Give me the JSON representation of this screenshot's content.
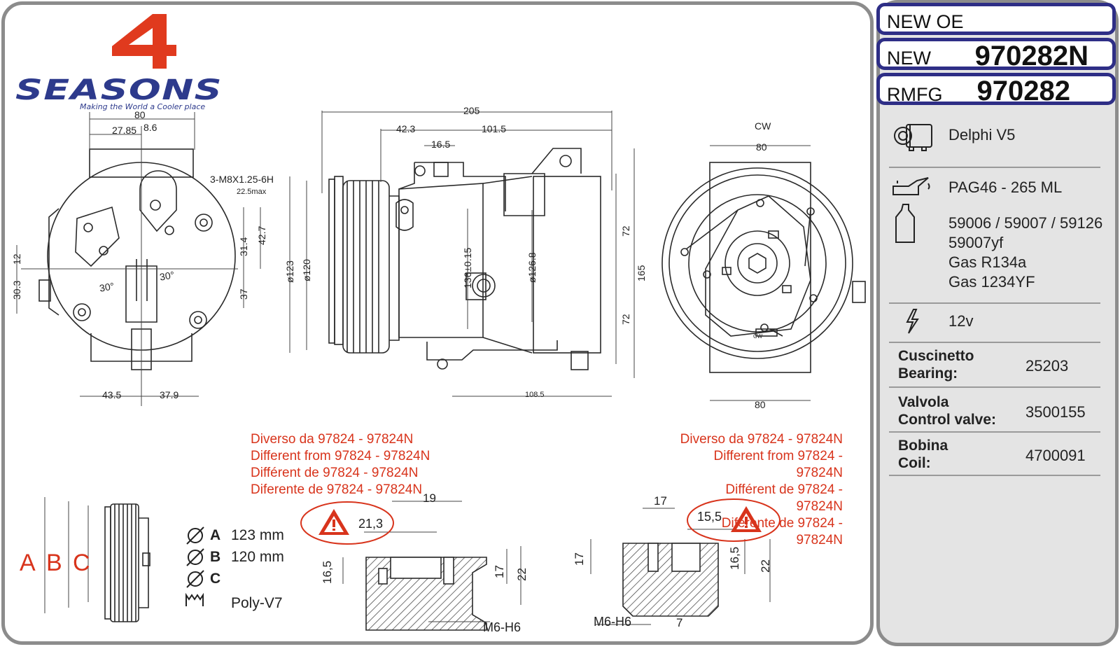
{
  "logo": {
    "brand_digit": "4",
    "brand_name": "SEASONS",
    "tagline": "Making the World a Cooler place"
  },
  "codes": {
    "new_oe_label": "NEW OE",
    "new_label": "NEW",
    "new_value": "970282N",
    "rmfg_label": "RMFG",
    "rmfg_value": "970282"
  },
  "specs": {
    "compressor_type": "Delphi V5",
    "oil": "PAG46 - 265 ML",
    "oil_refs_line1": "59006 / 59007 / 59126",
    "oil_refs_line2": "59007yf",
    "gas1": "Gas R134a",
    "gas2": "Gas 1234YF",
    "voltage": "12v",
    "bearing_label1": "Cuscinetto",
    "bearing_label2": "Bearing:",
    "bearing_value": "25203",
    "valve_label1": "Valvola",
    "valve_label2": "Control valve:",
    "valve_value": "3500155",
    "coil_label1": "Bobina",
    "coil_label2": "Coil:",
    "coil_value": "4700091"
  },
  "icons": {
    "compressor": "compressor-icon",
    "oil_can": "oil-can-icon",
    "oil_bottle": "oil-bottle-icon",
    "lightning": "lightning-icon",
    "warning": "warning-triangle-icon"
  },
  "colors": {
    "accent_red": "#d8341c",
    "code_border": "#2e2e86",
    "brand_red": "#e03a1e",
    "brand_blue": "#2d3a8c"
  },
  "drawing_dims": {
    "front": {
      "w80": "80",
      "d2785": "27.85",
      "d86": "8.6",
      "thread": "3-M8X1.25-6H",
      "thread_max": "22.5max",
      "d12": "12",
      "d303": "30.3",
      "d314": "31.4",
      "d427": "42.7",
      "d37": "37",
      "a30a": "30°",
      "a30b": "30°",
      "d435": "43.5",
      "d379": "37.9"
    },
    "side": {
      "d205": "205",
      "d423": "42.3",
      "d1015": "101.5",
      "d165": "16.5",
      "dia123": "ø123",
      "dia120": "ø120",
      "d136": "136±0.15",
      "dia1268": "ø126.8",
      "d72a": "72",
      "d165b": "165",
      "d72b": "72",
      "d1085": "108.5"
    },
    "rear": {
      "cw": "CW",
      "w80top": "80",
      "w80bot": "80",
      "cw_small": "CW"
    }
  },
  "notes_left": [
    "Diverso da 97824 - 97824N",
    "Different from 97824 - 97824N",
    "Différent de 97824 - 97824N",
    "Diferente de 97824 - 97824N"
  ],
  "notes_right": [
    "Diverso da 97824 - 97824N",
    "Different from 97824 - 97824N",
    "Différent de 97824 - 97824N",
    "Diferente de 97824 - 97824N"
  ],
  "pulley_legend": {
    "a_letter": "A",
    "a_value": "123 mm",
    "b_letter": "B",
    "b_value": "120 mm",
    "c_letter": "C",
    "c_value": "",
    "belt": "Poly-V7",
    "side_letters": [
      "A",
      "B",
      "C"
    ]
  },
  "detail_left": {
    "d19": "19",
    "d213": "21,3",
    "d165": "16,5",
    "d17": "17",
    "d22": "22",
    "thread": "M6-H6"
  },
  "detail_right": {
    "d17top": "17",
    "d155": "15,5",
    "d17": "17",
    "d165": "16,5",
    "d22": "22",
    "d7": "7",
    "thread": "M6-H6"
  }
}
